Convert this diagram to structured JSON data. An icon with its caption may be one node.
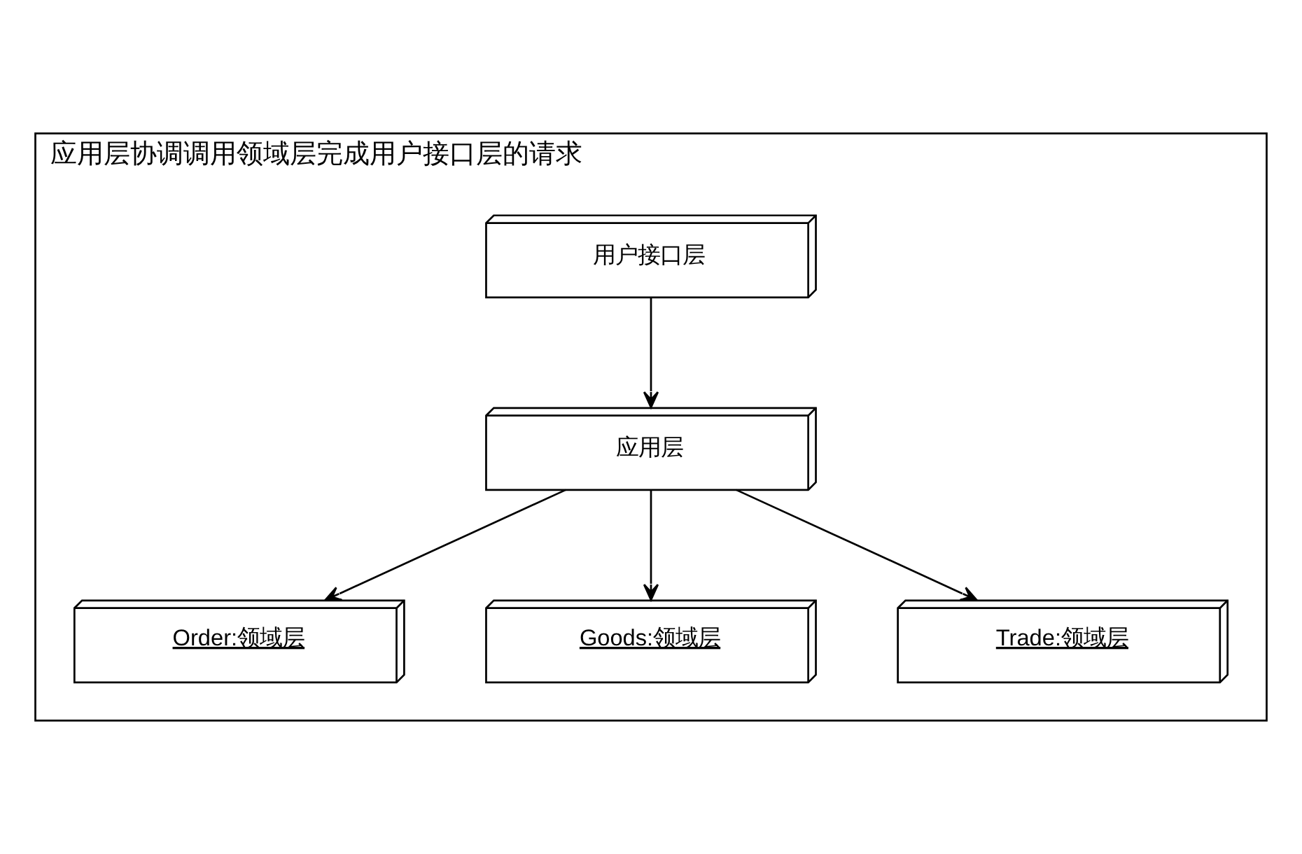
{
  "diagram": {
    "nodes": [
      {
        "text": [
          "应用层协调调用领域层完成用户接口层的请求"
        ]
      },
      {
        "text": [
          "用户接口层"
        ],
        "in": 0
      },
      {
        "text": [
          "应用层"
        ],
        "in": 0
      },
      {
        "text": [
          "Order:领域层"
        ],
        "in": 0
      },
      {
        "text": [
          "Goods:领域层"
        ],
        "in": 0
      },
      {
        "text": [
          "Trade:领域层"
        ],
        "in": 0
      }
    ],
    "edges": [
      {
        "from": 1,
        "to": 2,
        "arrow": "to"
      },
      {
        "from": 2,
        "to": 3,
        "arrow": "to"
      },
      {
        "from": 2,
        "to": 4,
        "arrow": "to"
      },
      {
        "from": 2,
        "to": 5,
        "arrow": "to"
      }
    ]
  }
}
